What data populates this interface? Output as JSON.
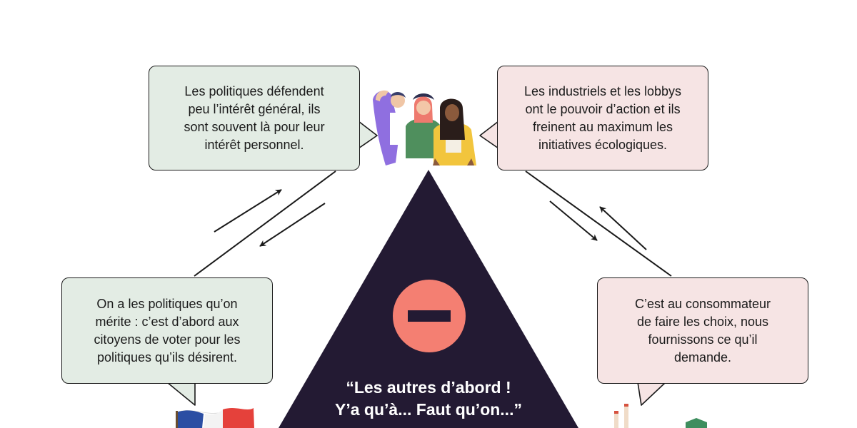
{
  "colors": {
    "triangle": "#231a33",
    "stop_sign": "#f47f72",
    "bubble_green": "#e3ece4",
    "bubble_pink": "#f6e4e4",
    "line": "#1a1a1a"
  },
  "icons": {
    "top": "people-group-icon",
    "center": "no-entry-icon",
    "bottom_left": "french-flag-icon",
    "bottom_right": "factory-icon"
  },
  "bubbles": {
    "politicians": {
      "lines": [
        "Les politiques défendent",
        "peu l’intérêt général, ils",
        "sont souvent là pour leur",
        "intérêt personnel."
      ]
    },
    "industry": {
      "lines": [
        "Les industriels et les lobbys",
        "ont le pouvoir d’action et ils",
        "freinent au maximum les",
        "initiatives écologiques."
      ]
    },
    "citizens": {
      "lines": [
        "On a les politiques qu’on",
        "mérite : c’est d’abord aux",
        "citoyens de voter pour les",
        "politiques qu’ils désirent."
      ]
    },
    "consumers": {
      "lines": [
        "C’est au consommateur",
        "de faire les choix, nous",
        "fournissons ce qu’il",
        "demande."
      ]
    }
  },
  "slogan": {
    "lines": [
      "“Les autres d’abord !",
      "Y’a qu’à... Faut qu’on...”"
    ]
  }
}
